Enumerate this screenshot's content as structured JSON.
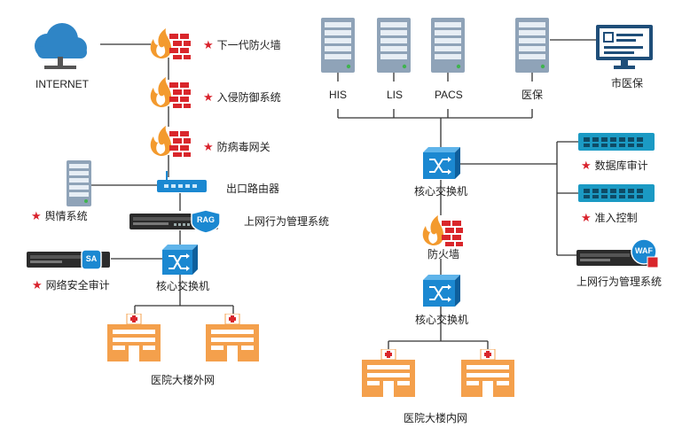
{
  "colors": {
    "line": "#333333",
    "firewall_brick": "#d9262b",
    "flame": "#f39a2e",
    "switch": "#1b88d1",
    "server": "#8fa3b8",
    "building": "#f4a04c",
    "star": "#d9232d",
    "cloud": "#2f85c6"
  },
  "left": {
    "internet": "INTERNET",
    "next_gen_firewall": "下一代防火墙",
    "ips": "入侵防御系统",
    "antivirus_gateway": "防病毒网关",
    "egress_router": "出口路由器",
    "public_opinion": "舆情系统",
    "behavior_mgmt": "上网行为管理系统",
    "behavior_badge": "RAG",
    "sec_audit": "网络安全审计",
    "sec_audit_badge": "SA",
    "core_switch": "核心交换机",
    "external_network": "医院大楼外网"
  },
  "right": {
    "servers": [
      "HIS",
      "LIS",
      "PACS",
      "医保"
    ],
    "city_insurance": "市医保",
    "core_switch_top": "核心交换机",
    "db_audit": "数据库审计",
    "access_control": "准入控制",
    "behavior_mgmt": "上网行为管理系统",
    "waf_badge": "WAF",
    "firewall": "防火墙",
    "core_switch_bottom": "核心交换机",
    "internal_network": "医院大楼内网"
  }
}
